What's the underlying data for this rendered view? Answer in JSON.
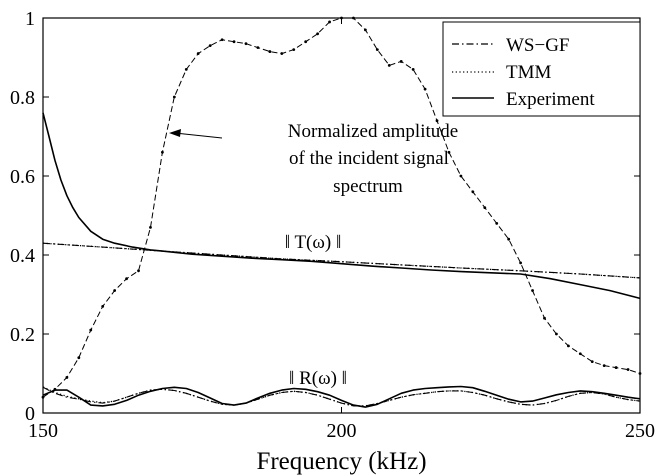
{
  "chart_data": {
    "type": "line",
    "title": "",
    "xlabel": "Frequency (kHz)",
    "ylabel": "",
    "xlim": [
      150,
      250
    ],
    "ylim": [
      0,
      1
    ],
    "xticks": [
      "150",
      "200",
      "250"
    ],
    "yticks": [
      "0",
      "0.2",
      "0.4",
      "0.6",
      "0.8",
      "1"
    ],
    "grid": false,
    "legend_position": "top-right",
    "legend": [
      {
        "label": "WS−GF",
        "style": "dashdot"
      },
      {
        "label": "TMM",
        "style": "dotted"
      },
      {
        "label": "Experiment",
        "style": "solid"
      }
    ],
    "annotations": {
      "spectrum_lines": [
        "Normalized amplitude",
        "of the incident signal",
        "spectrum"
      ],
      "transmission_label": "‖ T(ω) ‖",
      "reflection_label": "‖ R(ω) ‖"
    },
    "series": [
      {
        "name": "Incident signal spectrum",
        "style": "dashed-dotted-markers",
        "x": [
          150,
          152,
          154,
          156,
          158,
          160,
          162,
          164,
          166,
          168,
          170,
          172,
          174,
          176,
          178,
          180,
          182,
          184,
          186,
          188,
          190,
          192,
          194,
          196,
          198,
          200,
          202,
          204,
          206,
          208,
          210,
          212,
          214,
          216,
          218,
          220,
          222,
          224,
          226,
          228,
          230,
          232,
          234,
          236,
          238,
          240,
          242,
          244,
          246,
          248,
          250
        ],
        "y": [
          0.04,
          0.06,
          0.09,
          0.14,
          0.21,
          0.27,
          0.31,
          0.34,
          0.36,
          0.47,
          0.66,
          0.8,
          0.87,
          0.91,
          0.93,
          0.945,
          0.94,
          0.935,
          0.925,
          0.915,
          0.91,
          0.92,
          0.94,
          0.96,
          0.99,
          1.0,
          1.0,
          0.97,
          0.92,
          0.88,
          0.89,
          0.87,
          0.82,
          0.74,
          0.66,
          0.6,
          0.56,
          0.52,
          0.48,
          0.44,
          0.38,
          0.31,
          0.24,
          0.2,
          0.17,
          0.15,
          0.13,
          0.12,
          0.115,
          0.11,
          0.1
        ]
      },
      {
        "name": "WS−GF T",
        "style": "dashdot",
        "x": [
          150,
          160,
          170,
          180,
          190,
          200,
          210,
          220,
          230,
          240,
          250
        ],
        "y": [
          0.43,
          0.42,
          0.41,
          0.4,
          0.39,
          0.383,
          0.375,
          0.367,
          0.36,
          0.352,
          0.342
        ]
      },
      {
        "name": "TMM T",
        "style": "dotted",
        "x": [
          150,
          160,
          170,
          180,
          190,
          200,
          210,
          220,
          230,
          240,
          250
        ],
        "y": [
          0.43,
          0.42,
          0.41,
          0.4,
          0.39,
          0.383,
          0.375,
          0.367,
          0.36,
          0.352,
          0.342
        ]
      },
      {
        "name": "Experiment T",
        "style": "solid",
        "x": [
          150,
          151,
          152,
          153,
          154,
          155,
          156,
          158,
          160,
          162,
          165,
          168,
          170,
          175,
          180,
          185,
          190,
          195,
          200,
          205,
          210,
          215,
          220,
          225,
          230,
          235,
          240,
          245,
          250
        ],
        "y": [
          0.76,
          0.7,
          0.64,
          0.59,
          0.55,
          0.52,
          0.495,
          0.46,
          0.44,
          0.43,
          0.42,
          0.413,
          0.41,
          0.402,
          0.397,
          0.392,
          0.388,
          0.384,
          0.378,
          0.372,
          0.367,
          0.362,
          0.358,
          0.355,
          0.352,
          0.34,
          0.325,
          0.31,
          0.29
        ]
      },
      {
        "name": "WS−GF R",
        "style": "dashdot",
        "x": [
          150,
          152,
          154,
          156,
          158,
          160,
          162,
          164,
          166,
          168,
          170,
          172,
          174,
          176,
          178,
          180,
          182,
          184,
          186,
          188,
          190,
          192,
          194,
          196,
          198,
          200,
          202,
          204,
          206,
          208,
          210,
          212,
          214,
          216,
          218,
          220,
          222,
          224,
          226,
          228,
          230,
          232,
          234,
          236,
          238,
          240,
          242,
          244,
          246,
          248,
          250
        ],
        "y": [
          0.065,
          0.05,
          0.04,
          0.035,
          0.028,
          0.025,
          0.03,
          0.04,
          0.05,
          0.058,
          0.06,
          0.057,
          0.05,
          0.04,
          0.03,
          0.022,
          0.02,
          0.025,
          0.035,
          0.045,
          0.052,
          0.055,
          0.052,
          0.045,
          0.035,
          0.025,
          0.018,
          0.018,
          0.024,
          0.032,
          0.04,
          0.046,
          0.05,
          0.054,
          0.056,
          0.056,
          0.052,
          0.045,
          0.036,
          0.028,
          0.022,
          0.02,
          0.024,
          0.032,
          0.042,
          0.05,
          0.052,
          0.048,
          0.04,
          0.034,
          0.03
        ]
      },
      {
        "name": "TMM R",
        "style": "dotted",
        "x": [
          150,
          152,
          154,
          156,
          158,
          160,
          162,
          164,
          166,
          168,
          170,
          172,
          174,
          176,
          178,
          180,
          182,
          184,
          186,
          188,
          190,
          192,
          194,
          196,
          198,
          200,
          202,
          204,
          206,
          208,
          210,
          212,
          214,
          216,
          218,
          220,
          222,
          224,
          226,
          228,
          230,
          232,
          234,
          236,
          238,
          240,
          242,
          244,
          246,
          248,
          250
        ],
        "y": [
          0.066,
          0.052,
          0.042,
          0.036,
          0.03,
          0.026,
          0.03,
          0.04,
          0.05,
          0.058,
          0.06,
          0.057,
          0.05,
          0.04,
          0.03,
          0.022,
          0.02,
          0.025,
          0.035,
          0.045,
          0.052,
          0.055,
          0.052,
          0.045,
          0.035,
          0.025,
          0.018,
          0.018,
          0.024,
          0.032,
          0.04,
          0.046,
          0.05,
          0.054,
          0.056,
          0.056,
          0.052,
          0.045,
          0.036,
          0.028,
          0.022,
          0.02,
          0.024,
          0.032,
          0.042,
          0.05,
          0.052,
          0.048,
          0.04,
          0.034,
          0.03
        ]
      },
      {
        "name": "Experiment R",
        "style": "solid",
        "x": [
          150,
          152,
          154,
          156,
          158,
          160,
          162,
          164,
          166,
          168,
          170,
          172,
          174,
          176,
          178,
          180,
          182,
          184,
          186,
          188,
          190,
          192,
          194,
          196,
          198,
          200,
          202,
          204,
          206,
          208,
          210,
          212,
          214,
          216,
          218,
          220,
          222,
          224,
          226,
          228,
          230,
          232,
          234,
          236,
          238,
          240,
          242,
          244,
          246,
          248,
          250
        ],
        "y": [
          0.045,
          0.058,
          0.058,
          0.04,
          0.02,
          0.018,
          0.022,
          0.032,
          0.045,
          0.055,
          0.062,
          0.065,
          0.062,
          0.052,
          0.038,
          0.024,
          0.02,
          0.025,
          0.038,
          0.05,
          0.058,
          0.062,
          0.06,
          0.054,
          0.045,
          0.032,
          0.02,
          0.015,
          0.022,
          0.036,
          0.05,
          0.058,
          0.062,
          0.064,
          0.066,
          0.067,
          0.064,
          0.055,
          0.045,
          0.035,
          0.028,
          0.03,
          0.038,
          0.046,
          0.052,
          0.056,
          0.054,
          0.05,
          0.045,
          0.04,
          0.036
        ]
      }
    ]
  }
}
